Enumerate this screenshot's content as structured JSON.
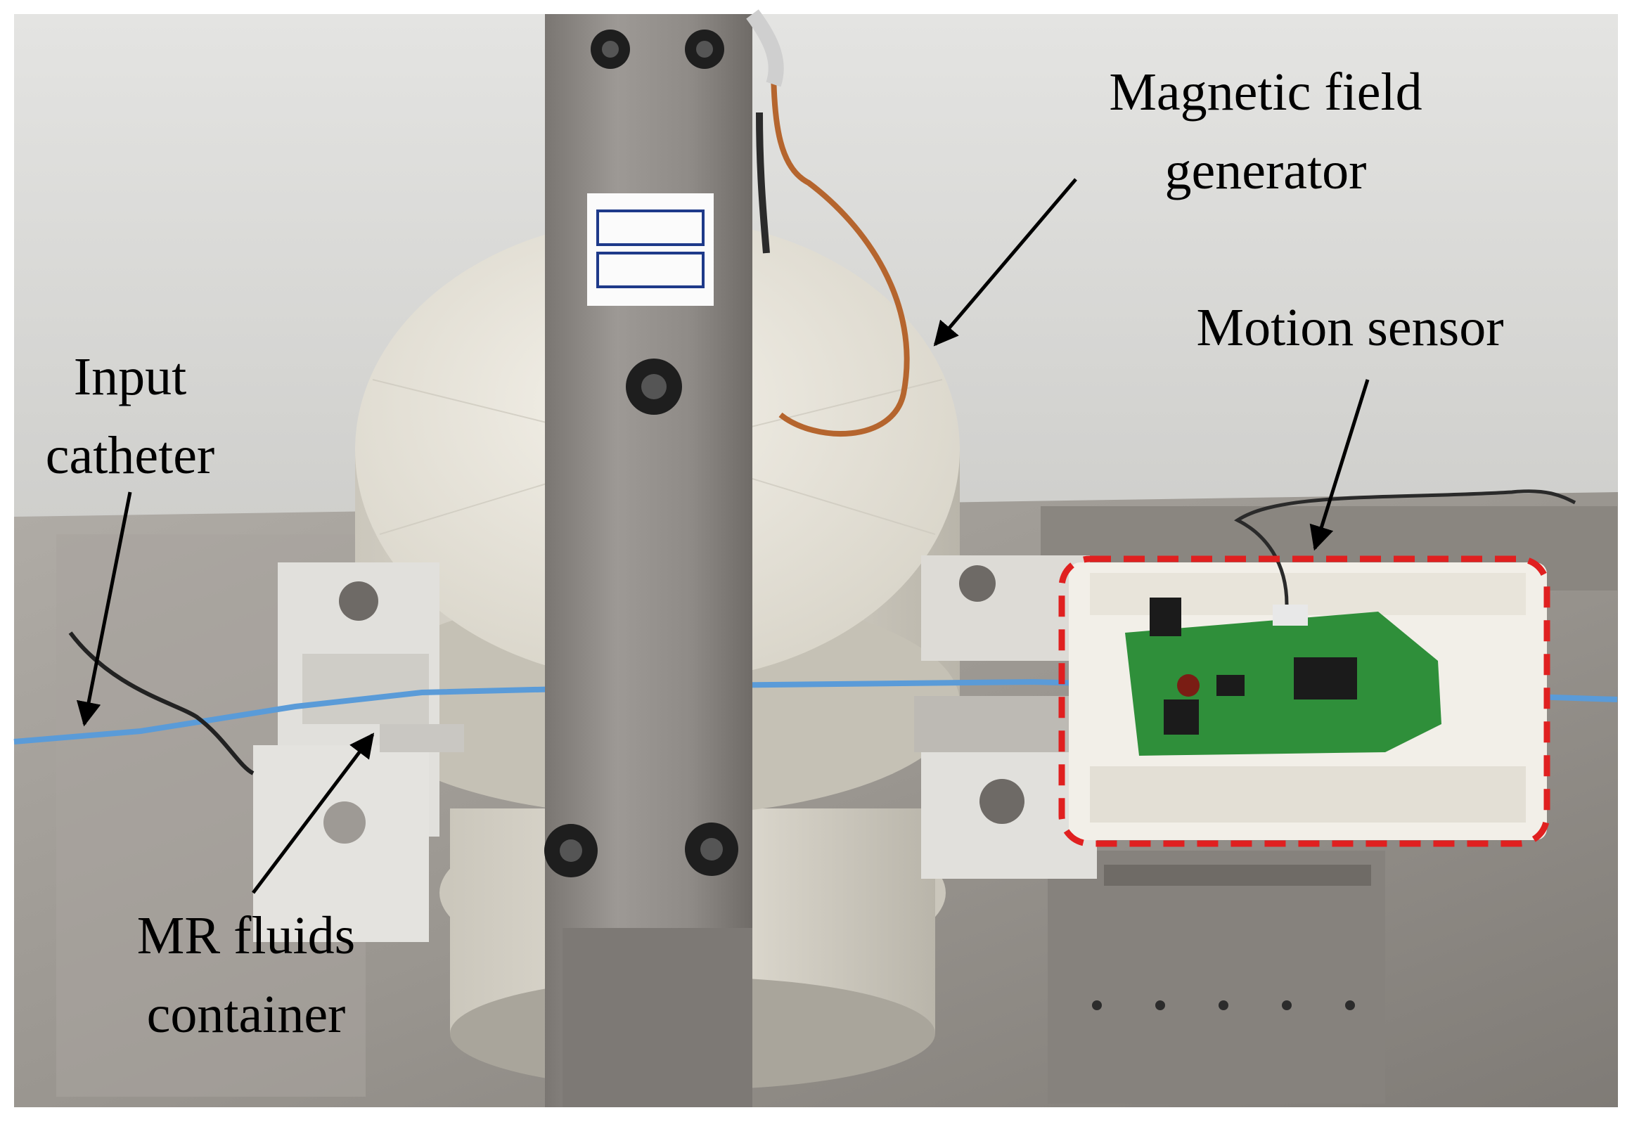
{
  "figure": {
    "labels": {
      "magnetic_field_generator": [
        "Magnetic field",
        "generator"
      ],
      "motion_sensor": [
        "Motion sensor"
      ],
      "input_catheter": [
        "Input",
        "catheter"
      ],
      "mr_fluids_container": [
        "MR fluids",
        "container"
      ]
    },
    "colors": {
      "background_wall": "#d9d9d7",
      "plate": "#9c9893",
      "steel_bar": "#8c8884",
      "magnet_disc": "#e6e2d8",
      "catheter": "#5a9bd8",
      "pcb": "#2f8f3a",
      "sensor_mount": "#f2efe8",
      "highlight_box": "#e02020",
      "copper_wire": "#b5652e",
      "arrow": "#000000"
    }
  }
}
